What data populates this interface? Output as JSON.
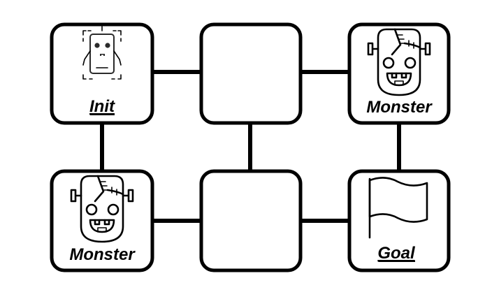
{
  "grid": {
    "rows": 2,
    "cols": 3,
    "tiles": [
      {
        "id": "r1c1",
        "label": "Init",
        "icon": "robot-icon",
        "underlined": true
      },
      {
        "id": "r1c2",
        "label": "",
        "icon": ""
      },
      {
        "id": "r1c3",
        "label": "Monster",
        "icon": "monster-icon",
        "underlined": false
      },
      {
        "id": "r2c1",
        "label": "Monster",
        "icon": "monster-icon",
        "underlined": false
      },
      {
        "id": "r2c2",
        "label": "",
        "icon": ""
      },
      {
        "id": "r2c3",
        "label": "Goal",
        "icon": "flag-icon",
        "underlined": true
      }
    ]
  },
  "colors": {
    "stroke": "#000000",
    "background": "#ffffff",
    "robot": "#2b2b2b"
  }
}
